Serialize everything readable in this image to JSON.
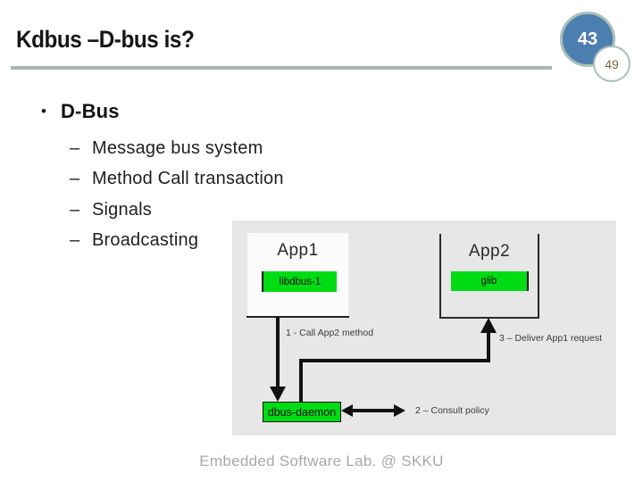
{
  "slide": {
    "title": "Kdbus –D-bus is?",
    "page_current": "43",
    "page_total": "49",
    "footer": "Embedded Software Lab. @ SKKU"
  },
  "content": {
    "bullet_char": "•",
    "dash_char": "–",
    "heading": "D-Bus",
    "items": [
      "Message bus system",
      "Method Call transaction",
      "Signals",
      "Broadcasting"
    ]
  },
  "diagram": {
    "app1_label": "App1",
    "app1_lib": "libdbus-1",
    "app2_label": "App2",
    "app2_lib": "glib",
    "daemon_label": "dbus-daemon",
    "step1_label": "1 - Call App2 method",
    "step2_label": "2 – Consult policy",
    "step3_label": "3 – Deliver App1 request"
  },
  "colors": {
    "accent_blue": "#4d7eb0",
    "circle_border_sage": "#a9bfb7",
    "rule_sage": "#a4b8af",
    "bright_green": "#00dc14",
    "diagram_bg": "#e7e7e7",
    "footer_gray": "#a8a8a8",
    "page_total_text": "#76653f"
  }
}
